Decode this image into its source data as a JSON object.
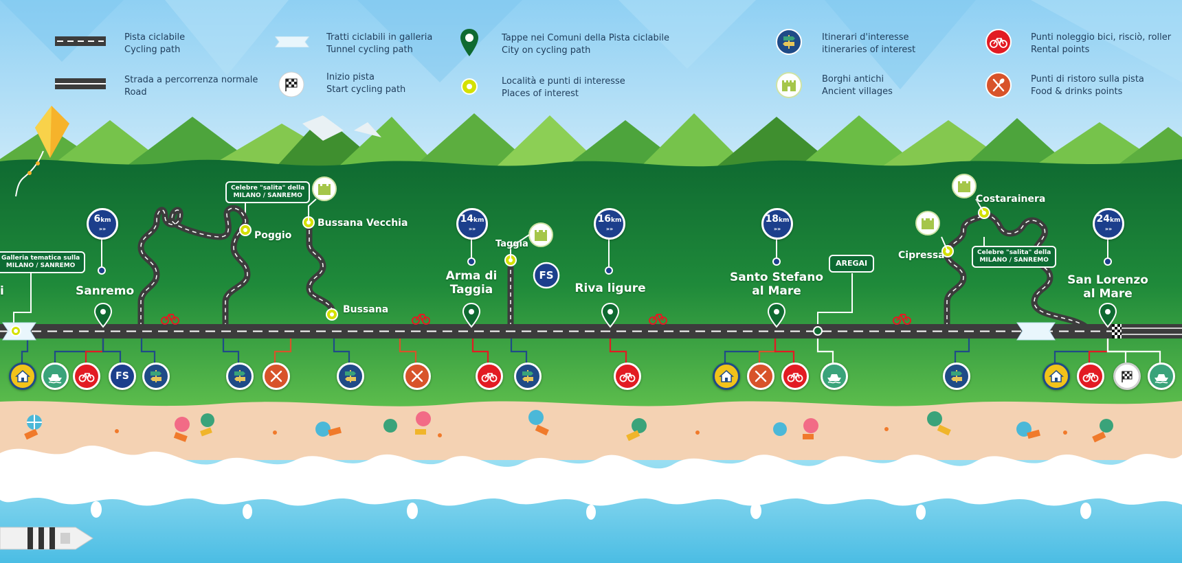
{
  "legend": {
    "items": [
      {
        "key": "cycling-path",
        "it": "Pista ciclabile",
        "en": "Cycling path"
      },
      {
        "key": "road",
        "it": "Strada a percorrenza normale",
        "en": "Road"
      },
      {
        "key": "tunnel",
        "it": "Tratti ciclabili in galleria",
        "en": "Tunnel cycling path"
      },
      {
        "key": "start",
        "it": "Inizio pista",
        "en": "Start cycling path"
      },
      {
        "key": "city",
        "it": "Tappe nei Comuni della Pista ciclabile",
        "en": "City on cycling path"
      },
      {
        "key": "places",
        "it": "Località e punti di interesse",
        "en": "Places of interest"
      },
      {
        "key": "itineraries",
        "it": "Itinerari d'interesse",
        "en": "itineraries of interest"
      },
      {
        "key": "villages",
        "it": "Borghi antichi",
        "en": "Ancient villages"
      },
      {
        "key": "rental",
        "it": "Punti noleggio bici, risciò, roller",
        "en": "Rental points"
      },
      {
        "key": "food",
        "it": "Punti di ristoro sulla pista",
        "en": "Food & drinks points"
      }
    ]
  },
  "towns": {
    "sanremo": "Sanremo",
    "arma_l1": "Arma di",
    "arma_l2": "Taggia",
    "riva": "Riva ligure",
    "santo_l1": "Santo Stefano",
    "santo_l2": "al Mare",
    "sanlorenzo_l1": "San Lorenzo",
    "sanlorenzo_l2": "al Mare",
    "ospedaletti_partial": "i"
  },
  "places": {
    "poggio": "Poggio",
    "bussana_vecchia": "Bussana Vecchia",
    "bussana": "Bussana",
    "taggia": "Taggia",
    "cipressa": "Cipressa",
    "costarainera": "Costarainera",
    "aregai": "AREGAI"
  },
  "callouts": {
    "galleria_l1": "Galleria tematica sulla",
    "galleria_l2": "MILANO / SANREMO",
    "salita1_l1": "Celebre \"salita\" della",
    "salita1_l2": "MILANO / SANREMO",
    "salita2_l1": "Celebre \"salita\" della",
    "salita2_l2": "MILANO / SANREMO"
  },
  "km_markers": [
    {
      "value": "6",
      "unit": "km",
      "arrows": "»»"
    },
    {
      "value": "14",
      "unit": "km",
      "arrows": "»»"
    },
    {
      "value": "16",
      "unit": "km",
      "arrows": "»»"
    },
    {
      "value": "18",
      "unit": "km",
      "arrows": "»»"
    },
    {
      "value": "24",
      "unit": "km",
      "arrows": "»»"
    }
  ],
  "poi_labels": {
    "fs": "FS"
  },
  "colors": {
    "sky": "#a9dcf5",
    "mountain": "#6bbd45",
    "mountain_dark": "#3f8f2f",
    "forest_top": "#146b30",
    "forest_bottom": "#4fb84a",
    "road": "#3c3c3c",
    "sand": "#f4d4b4",
    "sea": "#6dc8e8",
    "marker_blue": "#1c3f8c",
    "rental_red": "#e21b23",
    "food_orange": "#d8532a",
    "itinerary_navy": "#1f4b87",
    "village_green": "#a5c64a",
    "place_yellow": "#d4e100",
    "home_yellow": "#f2c31a",
    "boat_teal": "#3aa37a"
  },
  "icons": [
    "cycling-path-icon",
    "road-icon",
    "tunnel-icon",
    "checkered-flag-icon",
    "map-pin-icon",
    "place-dot-icon",
    "signpost-icon",
    "castle-icon",
    "bicycle-icon",
    "fork-knife-icon",
    "house-icon",
    "boat-icon",
    "train-icon",
    "kite-icon",
    "umbrella-icon",
    "ship-icon"
  ]
}
